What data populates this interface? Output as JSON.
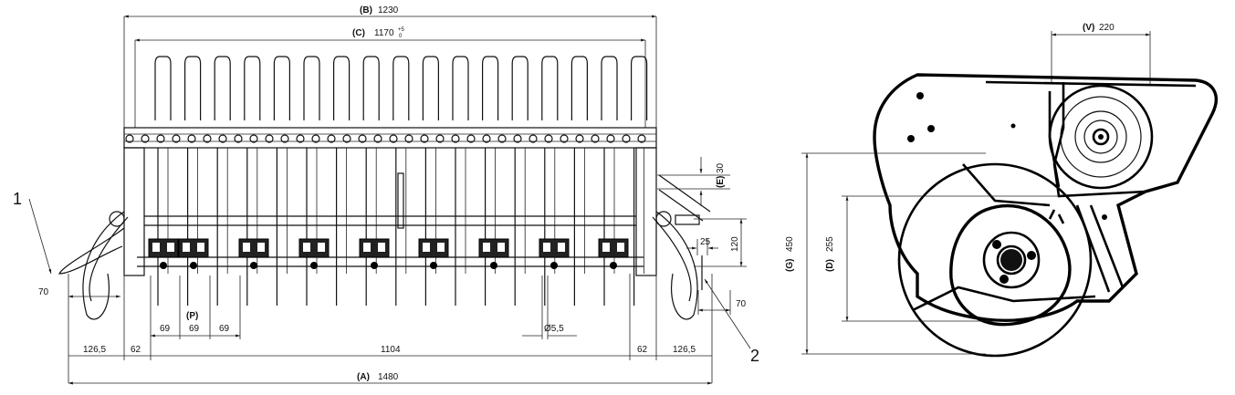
{
  "front_view": {
    "dim_b_letter": "B",
    "dim_b_value": "1230",
    "dim_c_letter": "C",
    "dim_c_value": "1170",
    "dim_c_tol_upper": "+5",
    "dim_c_tol_lower": "0",
    "dim_e_letter": "E",
    "dim_e_value": "30",
    "dim_120": "120",
    "dim_25": "25",
    "dim_70_left": "70",
    "dim_70_right": "70",
    "dim_69_a": "69",
    "dim_69_b": "69",
    "dim_69_c": "69",
    "dim_p_letter": "P",
    "dim_hole": "Ø5,5",
    "dim_126_left": "126,5",
    "dim_62_left": "62",
    "dim_1104": "1104",
    "dim_62_right": "62",
    "dim_126_right": "126,5",
    "dim_a_letter": "A",
    "dim_a_value": "1480",
    "callout_1": "1",
    "callout_2": "2"
  },
  "side_view": {
    "dim_v_letter": "V",
    "dim_v_value": "220",
    "dim_g_letter": "G",
    "dim_g_value": "450",
    "dim_d_letter": "D",
    "dim_d_value": "255"
  }
}
